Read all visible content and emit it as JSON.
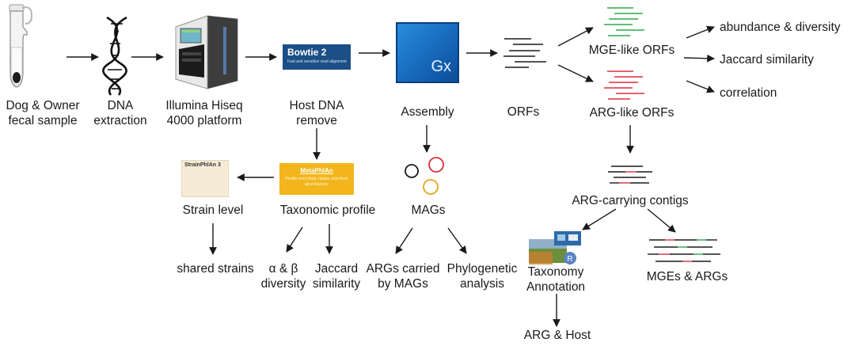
{
  "labels": {
    "sample_l1": "Dog & Owner",
    "sample_l2": "fecal sample",
    "dna_l1": "DNA",
    "dna_l2": "extraction",
    "illumina_l1": "Illumina Hiseq",
    "illumina_l2": "4000 platform",
    "host_l1": "Host DNA",
    "host_l2": "remove",
    "assembly": "Assembly",
    "orfs": "ORFs",
    "mge_orfs": "MGE-like ORFs",
    "arg_orfs": "ARG-like ORFs",
    "abundance": "abundance & diversity",
    "jaccard_top": "Jaccard similarity",
    "correlation": "correlation",
    "strain_level": "Strain level",
    "taxonomic_profile": "Taxonomic profile",
    "mags": "MAGs",
    "arg_contigs": "ARG-carrying contigs",
    "shared_strains": "shared strains",
    "ab_l1": "α & β",
    "ab_l2": "diversity",
    "jac_l1": "Jaccard",
    "jac_l2": "similarity",
    "argmag_l1": "ARGs carried",
    "argmag_l2": "by MAGs",
    "phylo_l1": "Phylogenetic",
    "phylo_l2": "analysis",
    "tax_l1": "Taxonomy",
    "tax_l2": "Annotation",
    "mges_args": "MGEs & ARGs",
    "arg_host": "ARG & Host"
  },
  "logos": {
    "bowtie_title": "Bowtie 2",
    "bowtie_sub": "Fast and sensitive read alignment",
    "gx": "Gx",
    "metaphlan_title": "MetaPhlAn",
    "metaphlan_sub": "Profile microbial clades and their abundances",
    "strainphlan_title": "StrainPhlAn 3"
  },
  "colors": {
    "line": "#1a1a1a",
    "mge_green": "#2fa84a",
    "arg_red": "#d9303a",
    "mag_black": "#1a1a1a",
    "mag_red": "#d9303a",
    "mag_yellow": "#e3a51c",
    "bowtie_blue": "#1c4f86",
    "metaphlan_yellow": "#f2b51b"
  },
  "icons": [
    "tube-icon",
    "dna-helix-icon",
    "sequencer-icon",
    "circle-icon",
    "R-logo-icon"
  ]
}
